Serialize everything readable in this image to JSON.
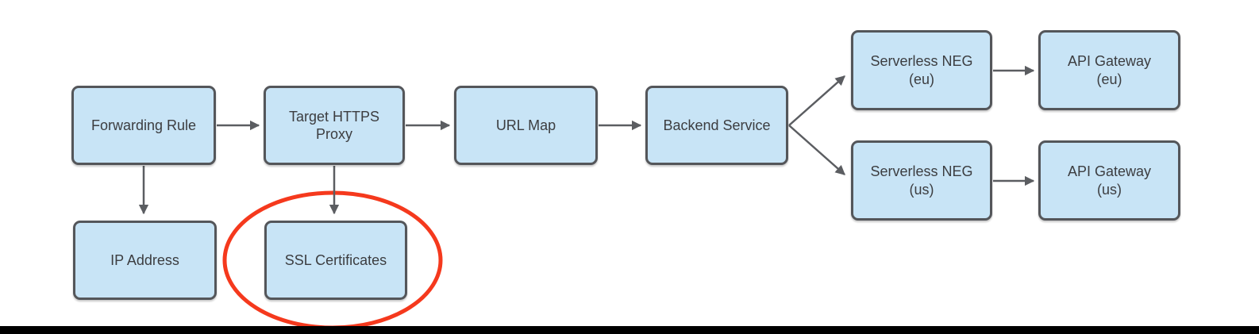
{
  "colors": {
    "node-fill": "#C8E4F6",
    "node-border": "#54565A",
    "node-text": "#3C3D40",
    "connector": "#5B5D61",
    "highlight": "#F5391D",
    "bottom-bar": "#000000",
    "canvas-bg": "#FFFFFF"
  },
  "diagram": {
    "nodes": [
      {
        "id": "forwarding-rule",
        "label": "Forwarding Rule"
      },
      {
        "id": "target-https-proxy",
        "label": "Target HTTPS\nProxy"
      },
      {
        "id": "url-map",
        "label": "URL Map"
      },
      {
        "id": "backend-service",
        "label": "Backend Service"
      },
      {
        "id": "serverless-neg-eu",
        "label": "Serverless NEG\n(eu)"
      },
      {
        "id": "api-gateway-eu",
        "label": "API Gateway\n(eu)"
      },
      {
        "id": "serverless-neg-us",
        "label": "Serverless NEG\n(us)"
      },
      {
        "id": "api-gateway-us",
        "label": "API Gateway\n(us)"
      },
      {
        "id": "ip-address",
        "label": "IP Address"
      },
      {
        "id": "ssl-certificates",
        "label": "SSL Certificates"
      }
    ],
    "edges": [
      {
        "from": "forwarding-rule",
        "to": "target-https-proxy"
      },
      {
        "from": "target-https-proxy",
        "to": "url-map"
      },
      {
        "from": "url-map",
        "to": "backend-service"
      },
      {
        "from": "backend-service",
        "to": "serverless-neg-eu"
      },
      {
        "from": "backend-service",
        "to": "serverless-neg-us"
      },
      {
        "from": "serverless-neg-eu",
        "to": "api-gateway-eu"
      },
      {
        "from": "serverless-neg-us",
        "to": "api-gateway-us"
      },
      {
        "from": "forwarding-rule",
        "to": "ip-address"
      },
      {
        "from": "target-https-proxy",
        "to": "ssl-certificates"
      }
    ],
    "highlight": {
      "shape": "ellipse",
      "around": "ssl-certificates"
    }
  }
}
